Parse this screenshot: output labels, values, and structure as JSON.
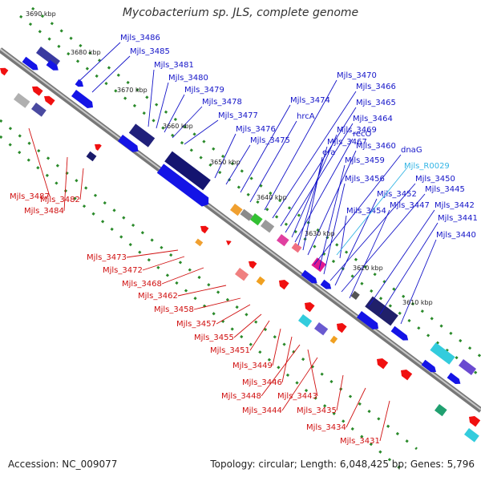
{
  "header": {
    "title": "Mycobacterium sp. JLS, complete genome"
  },
  "footer": {
    "accession": "Accession: NC_009077",
    "summary": "Topology: circular; Length: 6,048,425 bp; Genes: 5,796"
  },
  "colors": {
    "forward_gene": "#1414e6",
    "reverse_gene": "#f01010",
    "rna_gene": "#33ccdd",
    "backbone": "#888888",
    "tick_marks": "#2a8a2a"
  },
  "scale_ticks": [
    "3690 kbp",
    "3680 kbp",
    "3670 kbp",
    "3660 kbp",
    "3650 kbp",
    "3640 kbp",
    "3630 kbp",
    "3620 kbp",
    "3610 kbp"
  ],
  "forward_labels": [
    "Mjls_3486",
    "Mjls_3485",
    "Mjls_3481",
    "Mjls_3480",
    "Mjls_3479",
    "Mjls_3478",
    "Mjls_3477",
    "Mjls_3476",
    "Mjls_3475",
    "Mjls_3474",
    "hrcA",
    "Mjls_3470",
    "Mjls_3466",
    "Mjls_3465",
    "Mjls_3464",
    "Mjls_3469",
    "recO",
    "Mjls_3467",
    "era",
    "Mjls_3460",
    "dnaG",
    "Mjls_3459",
    "Mjls_3456",
    "Mjls_3450",
    "Mjls_3452",
    "Mjls_3445",
    "Mjls_3454",
    "Mjls_3447",
    "Mjls_3442",
    "Mjls_3441",
    "Mjls_3440"
  ],
  "rna_labels": [
    "Mjls_R0029"
  ],
  "reverse_labels": [
    "Mjls_3487",
    "Mjls_3484",
    "Mjls_3482",
    "Mjls_3473",
    "Mjls_3472",
    "Mjls_3468",
    "Mjls_3462",
    "Mjls_3458",
    "Mjls_3457",
    "Mjls_3455",
    "Mjls_3451",
    "Mjls_3449",
    "Mjls_3446",
    "Mjls_3448",
    "Mjls_3443",
    "Mjls_3444",
    "Mjls_3435",
    "Mjls_3434",
    "Mjls_3431"
  ]
}
